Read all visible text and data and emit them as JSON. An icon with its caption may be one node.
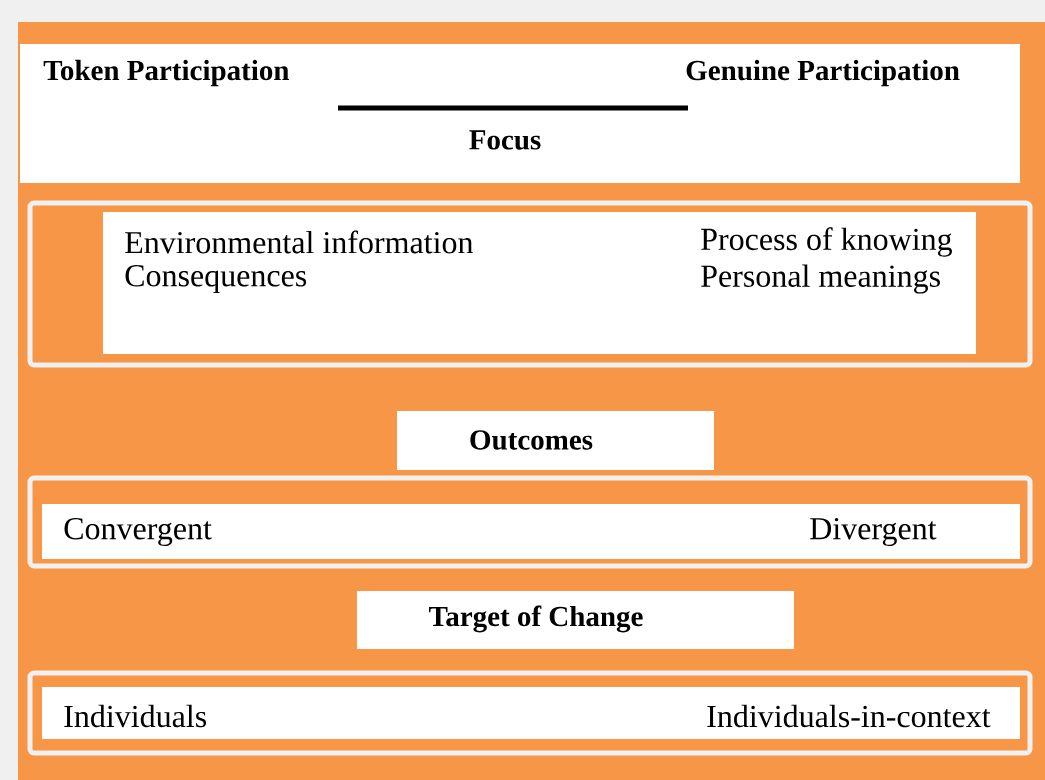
{
  "diagram": {
    "nodes": [
      {
        "text": [
          "Token Participation",
          "Genuine Participation",
          "Focus"
        ]
      },
      {
        "text": [],
        "shape": "box"
      },
      {
        "text": [
          "Environmental information",
          "Consequences",
          "Process of knowing",
          "Personal meanings"
        ],
        "in": 1
      },
      {
        "text": [
          "Outcomes"
        ]
      },
      {
        "text": [],
        "shape": "box"
      },
      {
        "text": [
          "Convergent",
          "Divergent"
        ],
        "in": 4
      },
      {
        "text": [
          "Target of Change"
        ]
      },
      {
        "text": [],
        "shape": "box"
      },
      {
        "text": [
          "Individuals",
          "Individuals-in-context"
        ],
        "in": 7
      }
    ]
  }
}
